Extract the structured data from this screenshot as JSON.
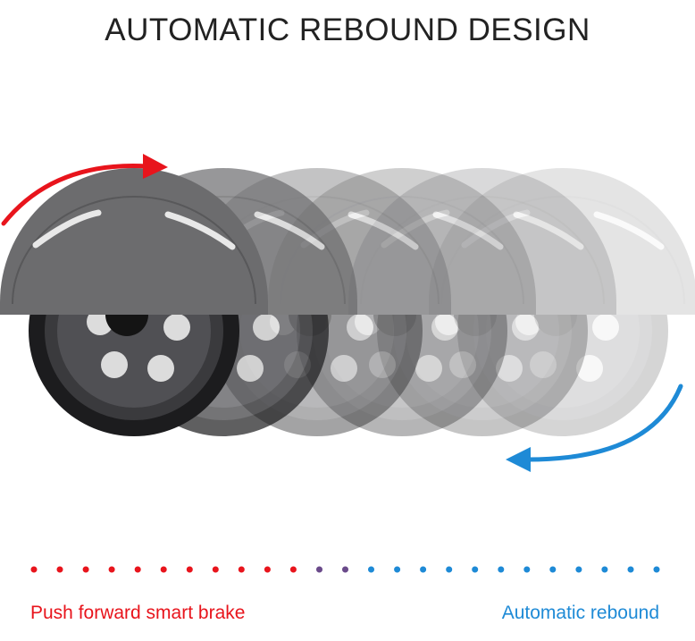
{
  "title": "AUTOMATIC REBOUND DESIGN",
  "labels": {
    "left": "Push forward smart brake",
    "right": "Automatic rebound"
  },
  "colors": {
    "brake": "#e8141c",
    "rebound": "#1e8ad6",
    "transition": "#6a4a8a",
    "title": "#222222"
  },
  "icons": {
    "forward_arrow": "curved-arrow-icon",
    "rebound_arrow": "curved-arrow-icon"
  },
  "dots": {
    "brake_count": 11,
    "transition_count": 2,
    "rebound_count": 12
  }
}
